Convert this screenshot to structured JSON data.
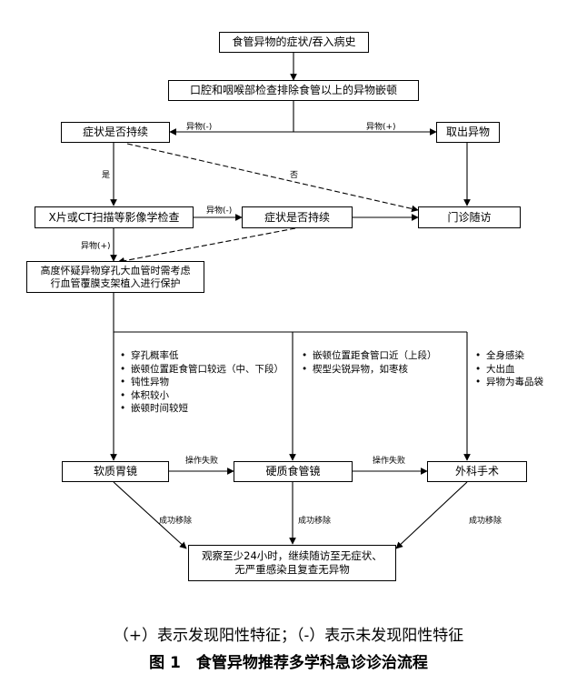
{
  "nodes": {
    "history": "食管异物的症状/吞入病史",
    "oral_exam": "口腔和咽喉部检查排除食管以上的异物嵌顿",
    "symptom_persist_1": "症状是否持续",
    "remove_fb": "取出异物",
    "imaging": "X片或CT扫描等影像学检查",
    "symptom_persist_2": "症状是否持续",
    "clinic_followup": "门诊随访",
    "aortic_line1": "高度怀疑异物穿孔大血管时需考虑",
    "aortic_line2": "行血管覆膜支架植入进行保护",
    "soft_endoscopy": "软质胃镜",
    "rigid_esophagoscopy": "硬质食管镜",
    "surgery": "外科手术",
    "observe_line1": "观察至少24小时，继续随访至无症状、",
    "observe_line2": "无严重感染且复查无异物"
  },
  "edge_labels": {
    "neg_1": "异物(-)",
    "pos_1": "异物(+)",
    "yes": "是",
    "no": "否",
    "neg_2": "异物(-)",
    "pos_2": "异物(+)",
    "fail_1": "操作失败",
    "fail_2": "操作失败",
    "success_1": "成功移除",
    "success_2": "成功移除",
    "success_3": "成功移除"
  },
  "criteria": {
    "soft": [
      "穿孔概率低",
      "嵌顿位置距食管口较远（中、下段）",
      "钝性异物",
      "体积较小",
      "嵌顿时间较短"
    ],
    "rigid": [
      "嵌顿位置距食管口近（上段）",
      "楔型尖锐异物，如枣核"
    ],
    "surgery": [
      "全身感染",
      "大出血",
      "异物为毒品袋"
    ]
  },
  "legend": "（+）表示发现阳性特征；（-）表示未发现阳性特征",
  "figure_title": "图 1　食管异物推荐多学科急诊诊治流程"
}
